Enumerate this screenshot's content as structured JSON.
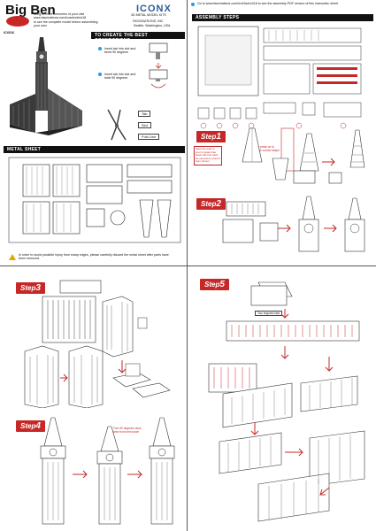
{
  "header": {
    "title": "Big Ben",
    "line1": "Bring to mind memories of your visit",
    "line2": "www.fascinations.com/icxsolo/shut18",
    "line3": "to see the complete model before assembling your own",
    "logo_text": "ICONX",
    "logo_sub": "3D METAL MODEL KITS",
    "company": "FASCINATIONS, INC.",
    "city": "Seattle, Washington, USA",
    "sku": "ICX016"
  },
  "tips": {
    "title": "TO CREATE THE BEST CONNECTIONS",
    "tip1": "Insert tab into slot and bend 90 degrees",
    "tip2": "Insert tab into slot and twist 90 degrees",
    "tag_tab": "Tab",
    "tag_slot": "Slot",
    "tag_fold": "Fold Line"
  },
  "metal_sheet": {
    "title": "METAL SHEET",
    "warning": "In order to avoid possible injury from sharp edges, please carefully discard the metal sheet after parts have been removed."
  },
  "assembly": {
    "url_note": "Go to www.fascinations.com/icx16s/icx018 to see the assembly PDF version of this instruction sheet",
    "title": "ASSEMBLY STEPS"
  },
  "steps": {
    "s1": "Step",
    "s1n": "1",
    "s1_note1": "Save the built or your is space like leave this line back be ceremony around from shown",
    "s1_note2": "Gently press on to form the curved shape",
    "s2": "Step",
    "s2n": "2",
    "s3": "Step",
    "s3n": "3",
    "s4": "Step",
    "s4n": "4",
    "s4_note": "Turn 90 degrees clock wise from next down",
    "s5": "Step",
    "s5n": "5",
    "s5_note": "Two required side"
  },
  "colors": {
    "accent": "#c62828",
    "bar": "#111111"
  },
  "icons": [
    "brand-logo-icon",
    "fascinations-logo-icon",
    "warning-icon",
    "pliers-icon"
  ]
}
